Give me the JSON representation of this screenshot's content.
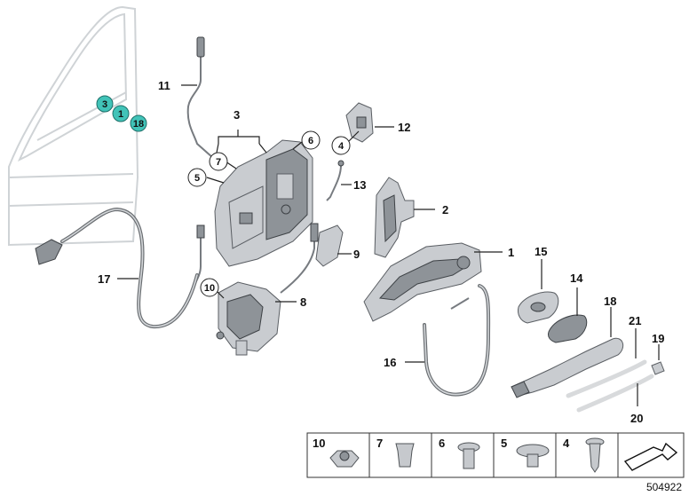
{
  "labels": {
    "l1": "1",
    "l2": "2",
    "l3": "3",
    "l4": "4",
    "l5": "5",
    "l6": "6",
    "l7": "7",
    "l8": "8",
    "l9": "9",
    "l10": "10",
    "l11": "11",
    "l12": "12",
    "l13": "13",
    "l14": "14",
    "l15": "15",
    "l16": "16",
    "l17": "17",
    "l18": "18",
    "l19": "19",
    "l20": "20",
    "l21": "21"
  },
  "door_markers": [
    "3",
    "1",
    "18"
  ],
  "fastener_table": [
    "10",
    "7",
    "6",
    "5",
    "4"
  ],
  "diagram_id": "504922",
  "colors": {
    "marker": "#41c3b8",
    "part": "#c9ccd0",
    "outline": "#5a5e63"
  }
}
